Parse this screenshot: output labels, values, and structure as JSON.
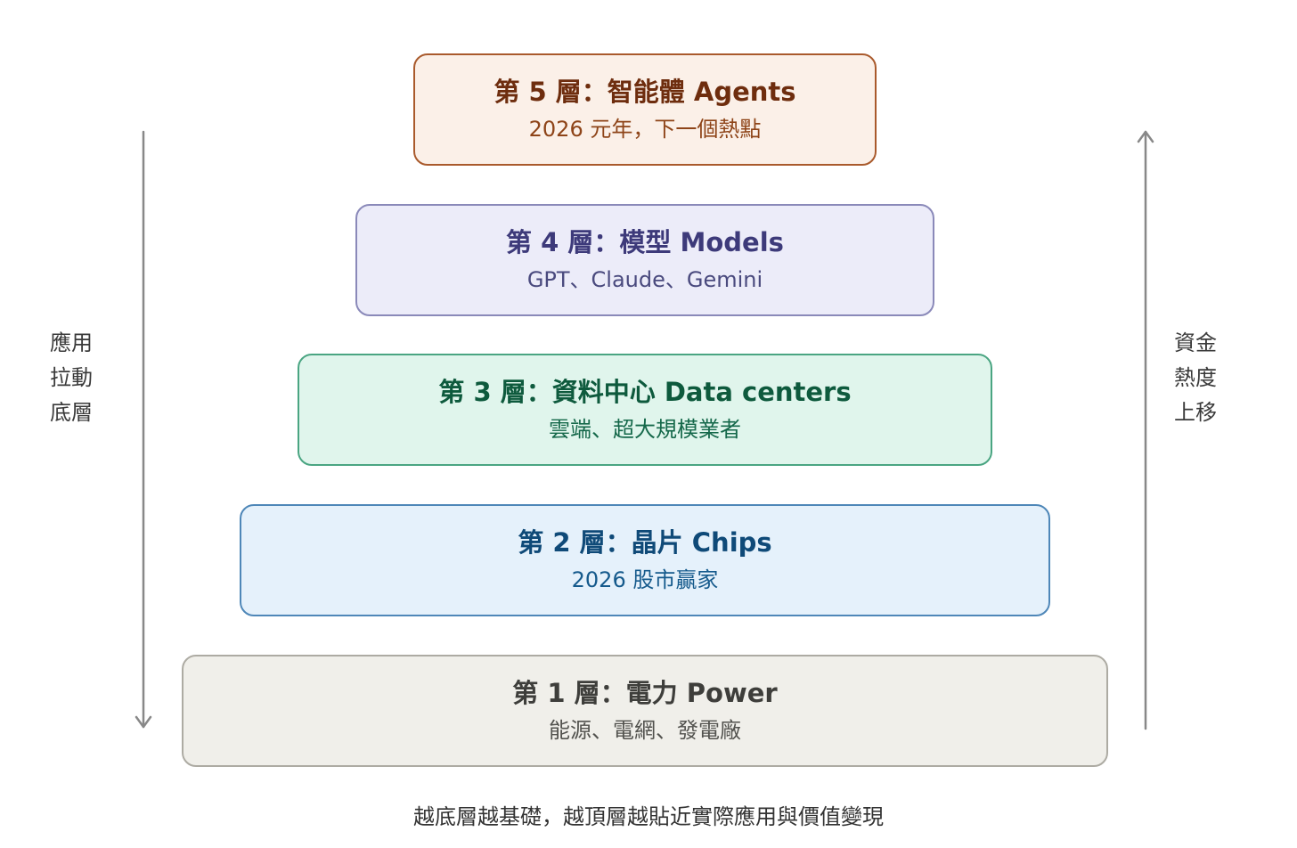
{
  "layers": [
    {
      "title": "第 5 層：智能體 Agents",
      "subtitle": "2026 元年，下一個熱點"
    },
    {
      "title": "第 4 層：模型 Models",
      "subtitle": "GPT、Claude、Gemini"
    },
    {
      "title": "第 3 層：資料中心 Data centers",
      "subtitle": "雲端、超大規模業者"
    },
    {
      "title": "第 2 層：晶片 Chips",
      "subtitle": "2026 股市贏家"
    },
    {
      "title": "第 1 層：電力 Power",
      "subtitle": "能源、電網、發電廠"
    }
  ],
  "left_label": [
    "應用",
    "拉動",
    "底層"
  ],
  "right_label": [
    "資金",
    "熱度",
    "上移"
  ],
  "footer": "越底層越基礎，越頂層越貼近實際應用與價值變現",
  "colors": {
    "layer5": "#fbf0e8",
    "layer4": "#ececf9",
    "layer3": "#e0f5ec",
    "layer2": "#e5f1fb",
    "layer1": "#f0efea",
    "arrow": "#888888"
  },
  "arrows": {
    "left": "down-arrow",
    "right": "up-arrow"
  }
}
